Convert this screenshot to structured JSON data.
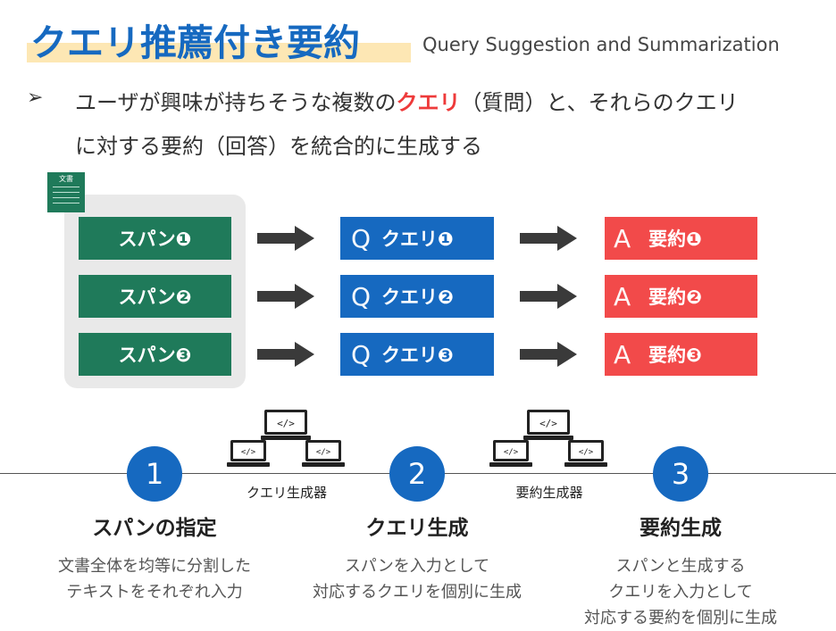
{
  "header": {
    "title": "クエリ推薦付き要約",
    "subtitle": "Query Suggestion and Summarization"
  },
  "bullet": {
    "marker": "➢",
    "line1_pre": "ユーザが興味が持ちそうな複数の",
    "line1_keyword": "クエリ",
    "line1_post": "（質問）と、それらのクエリ",
    "line2": "に対する要約（回答）を統合的に生成する"
  },
  "document": {
    "icon_label": "文書",
    "spans": [
      "スパン❶",
      "スパン❷",
      "スパン❸"
    ]
  },
  "queries": {
    "letter": "Q",
    "items": [
      "クエリ❶",
      "クエリ❷",
      "クエリ❸"
    ]
  },
  "answers": {
    "letter": "A",
    "items": [
      "要約❶",
      "要約❷",
      "要約❸"
    ]
  },
  "process": {
    "steps": [
      {
        "number": "1",
        "title": "スパンの指定",
        "desc": [
          "文書全体を均等に分割した",
          "テキストをそれぞれ入力"
        ]
      },
      {
        "number": "2",
        "title": "クエリ生成",
        "desc": [
          "スパンを入力として",
          "対応するクエリを個別に生成"
        ]
      },
      {
        "number": "3",
        "title": "要約生成",
        "desc": [
          "スパンと生成する",
          "クエリを入力として",
          "対応する要約を個別に生成"
        ]
      }
    ],
    "generators": [
      "クエリ生成器",
      "要約生成器"
    ],
    "laptop_glyph": "</>"
  },
  "colors": {
    "title_blue": "#1669c0",
    "title_highlight": "#fde7b4",
    "span_green": "#1f7a5a",
    "query_blue": "#1669c0",
    "answer_red": "#f24a4a",
    "keyword_red": "#ee3a3a",
    "arrow_dark": "#3a3a3a"
  }
}
